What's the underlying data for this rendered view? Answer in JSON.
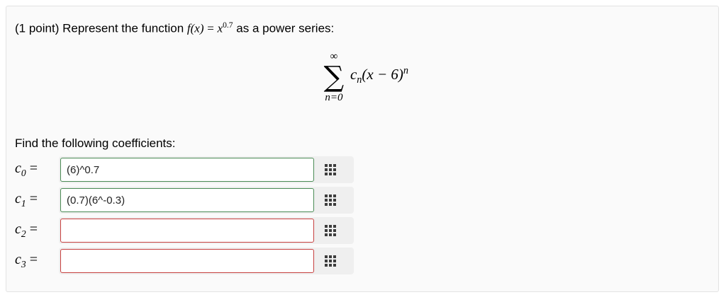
{
  "problem": {
    "points_label": "(1 point)",
    "statement_prefix": "Represent the function",
    "function_name": "f",
    "function_var": "(x)",
    "equals": "=",
    "function_base": "x",
    "function_exponent": "0.7",
    "statement_suffix": "as a power series:"
  },
  "formula": {
    "sum_symbol": "∑",
    "upper_limit": "∞",
    "lower_limit": "n=0",
    "term_coefficient": "c",
    "term_index": "n",
    "term_body": "(x − 6)",
    "term_power": "n"
  },
  "instructions": {
    "find_label": "Find the following coefficients:"
  },
  "coefficients": [
    {
      "label": "c",
      "index": "0",
      "equals": "=",
      "value": "(6)^0.7",
      "placeholder": "",
      "state": "correct",
      "button_icon": "grid-dots-icon"
    },
    {
      "label": "c",
      "index": "1",
      "equals": "=",
      "value": "(0.7)(6^-0.3)",
      "placeholder": "",
      "state": "correct",
      "button_icon": "grid-dots-icon"
    },
    {
      "label": "c",
      "index": "2",
      "equals": "=",
      "value": "",
      "placeholder": "",
      "state": "incorrect",
      "button_icon": "grid-dots-icon"
    },
    {
      "label": "c",
      "index": "3",
      "equals": "=",
      "value": "",
      "placeholder": "",
      "state": "focused",
      "button_icon": "grid-dots-icon"
    }
  ],
  "colors": {
    "correct_border": "#4a8b55",
    "incorrect_border": "#c6403f",
    "page_background": "#fafafa",
    "field_group_background": "#efefef"
  }
}
